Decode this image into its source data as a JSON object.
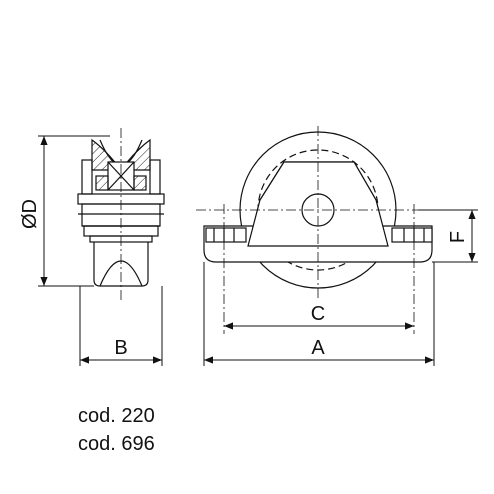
{
  "labels": {
    "diameter": "ØD",
    "width": "B",
    "overall_length": "A",
    "hole_spacing": "C",
    "height": "F"
  },
  "codes": [
    "cod. 220",
    "cod. 696"
  ],
  "colors": {
    "line": "#111111",
    "hatch": "#222222"
  }
}
